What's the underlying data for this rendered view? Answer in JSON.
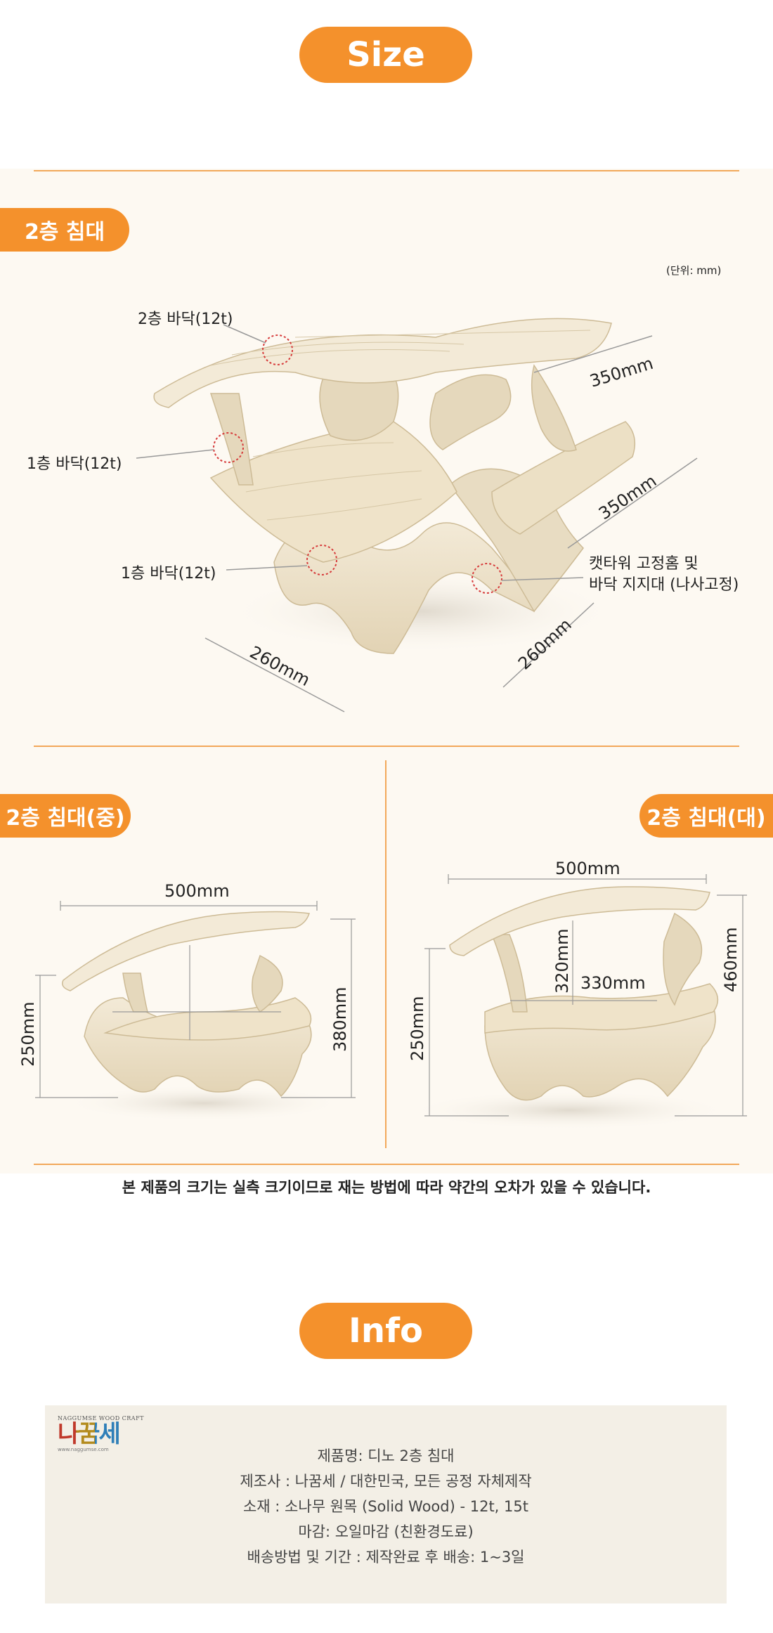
{
  "sections": {
    "size_title": "Size",
    "info_title": "Info"
  },
  "main_diagram": {
    "tag": "2층 침대",
    "unit_note": "(단위: mm)",
    "labels": {
      "floor2": "2층 바닥(12t)",
      "floor1_a": "1층 바닥(12t)",
      "floor1_b": "1층 바닥(12t)",
      "tower_line1": "캣타워 고정홈 및",
      "tower_line2": "바닥 지지대 (나사고정)"
    },
    "dims": {
      "top_depth": "350mm",
      "mid_depth": "350mm",
      "front_width": "260mm",
      "side_width": "260mm"
    }
  },
  "medium": {
    "tag": "2층 침대(중)",
    "width": "500mm",
    "height_left": "250mm",
    "height_right": "380mm"
  },
  "large": {
    "tag": "2층 침대(대)",
    "width": "500mm",
    "inner_height": "320mm",
    "inner_width": "330mm",
    "height_left": "250mm",
    "height_right": "460mm"
  },
  "note": "본 제품의 크기는 실측 크기이므로 재는 방법에 따라 약간의 오차가 있을 수 있습니다.",
  "logo": {
    "brand_en": "NAGGUMSE WOOD CRAFT",
    "brand_ko": "나꿈세",
    "url": "www.naggumse.com"
  },
  "info": [
    "제품명: 디노 2층 침대",
    "제조사 : 나꿈세 / 대한민국, 모든 공정 자체제작",
    "소재 : 소나무 원목 (Solid Wood) - 12t, 15t",
    "마감: 오일마감 (친환경도료)",
    "배송방법 및 기간 : 제작완료 후 배송: 1~3일"
  ]
}
